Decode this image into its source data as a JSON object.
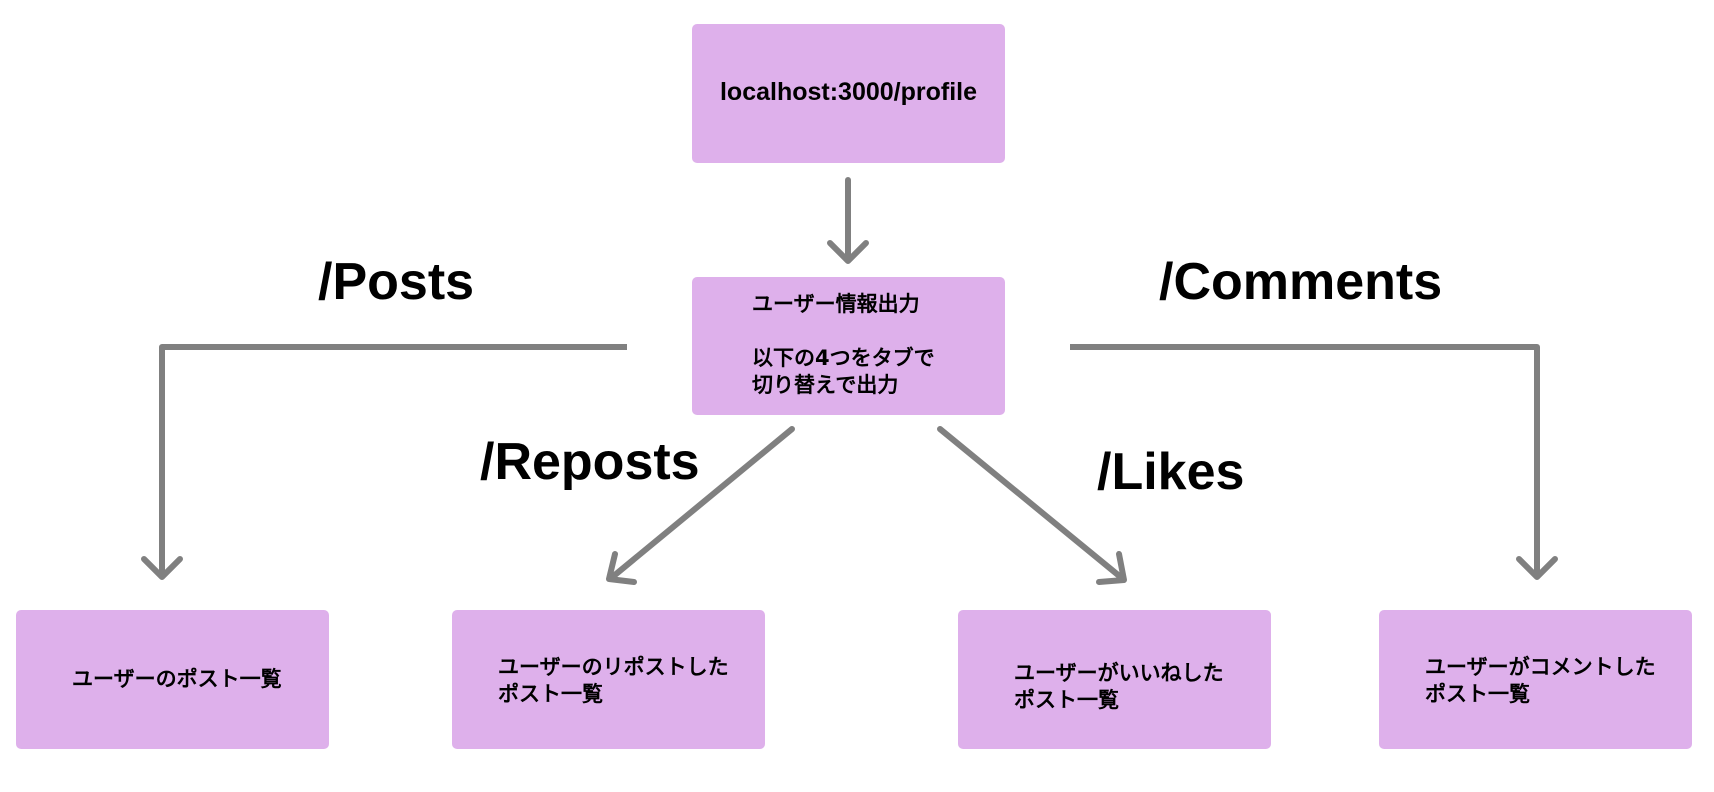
{
  "diagram": {
    "root": {
      "text": "localhost:3000/profile"
    },
    "profile": {
      "text": "ユーザー情報出力\n\n以下の4つをタブで\n切り替えで出力"
    },
    "routes": [
      {
        "label": "/Posts",
        "text": "ユーザーのポスト一覧"
      },
      {
        "label": "/Reposts",
        "text": "ユーザーのリポストした\nポスト一覧"
      },
      {
        "label": "/Likes",
        "text": "ユーザーがいいねした\nポスト一覧"
      },
      {
        "label": "/Comments",
        "text": "ユーザーがコメントした\nポスト一覧"
      }
    ],
    "colors": {
      "box": "#deb0eb",
      "arrow": "#808080",
      "text": "#000000"
    }
  }
}
